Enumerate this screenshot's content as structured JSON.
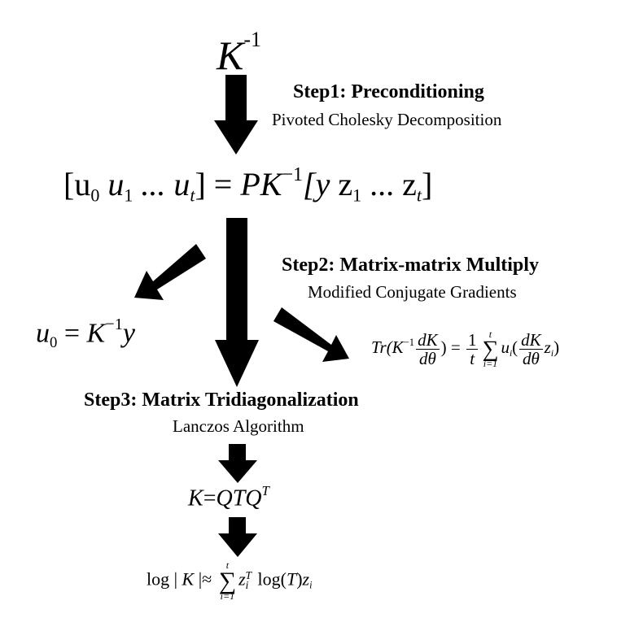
{
  "top_formula": {
    "base": "K",
    "exp": "-1"
  },
  "step1": {
    "title": "Step1: Preconditioning",
    "subtitle": "Pivoted Cholesky Decomposition"
  },
  "precond_eq": {
    "lhs": [
      "[u",
      "0",
      " u",
      "1",
      " ... u",
      "t",
      "]"
    ],
    "eq": " = ",
    "rhs_p": "PK",
    "rhs_exp": "−1",
    "rhs_vec": [
      "[y",
      " z",
      "1",
      " ... z",
      "t",
      "]"
    ]
  },
  "step2": {
    "title": "Step2: Matrix-matrix Multiply",
    "subtitle": "Modified Conjugate Gradients"
  },
  "u0_eq": {
    "lhs": "u",
    "lhs_sub": "0",
    "eq": " = ",
    "rhs": "K",
    "rhs_exp": "−1",
    "rhs_tail": "y"
  },
  "trace_eq": {
    "tr": "Tr(K",
    "tr_exp": "−1",
    "dk_num": "dK",
    "dk_den": "dθ",
    "close_eq": ") = ",
    "one": "1",
    "t": "t",
    "sum_top": "t",
    "sum_bot": "i=1",
    "sigma": "∑",
    "u": "u",
    "u_sub": "i",
    "open": "(",
    "z": "z",
    "z_sub": "i",
    "close": ")"
  },
  "step3": {
    "title": "Step3: Matrix Tridiagonalization",
    "subtitle": "Lanczos Algorithm"
  },
  "qtq_eq": {
    "lhs": "K",
    "eq": "=",
    "rhs": "QTQ",
    "rhs_exp": "T"
  },
  "logdet_eq": {
    "log": "log | ",
    "k": "K",
    "approx": " |≈ ",
    "sigma": "∑",
    "sum_top": "t",
    "sum_bot": "i=1",
    "z": "z",
    "z_sub": "i",
    "z_exp": "T",
    "logT": " log(",
    "T": "T",
    "closeparen": ")",
    "z2": "z",
    "z2_sub": "i"
  }
}
